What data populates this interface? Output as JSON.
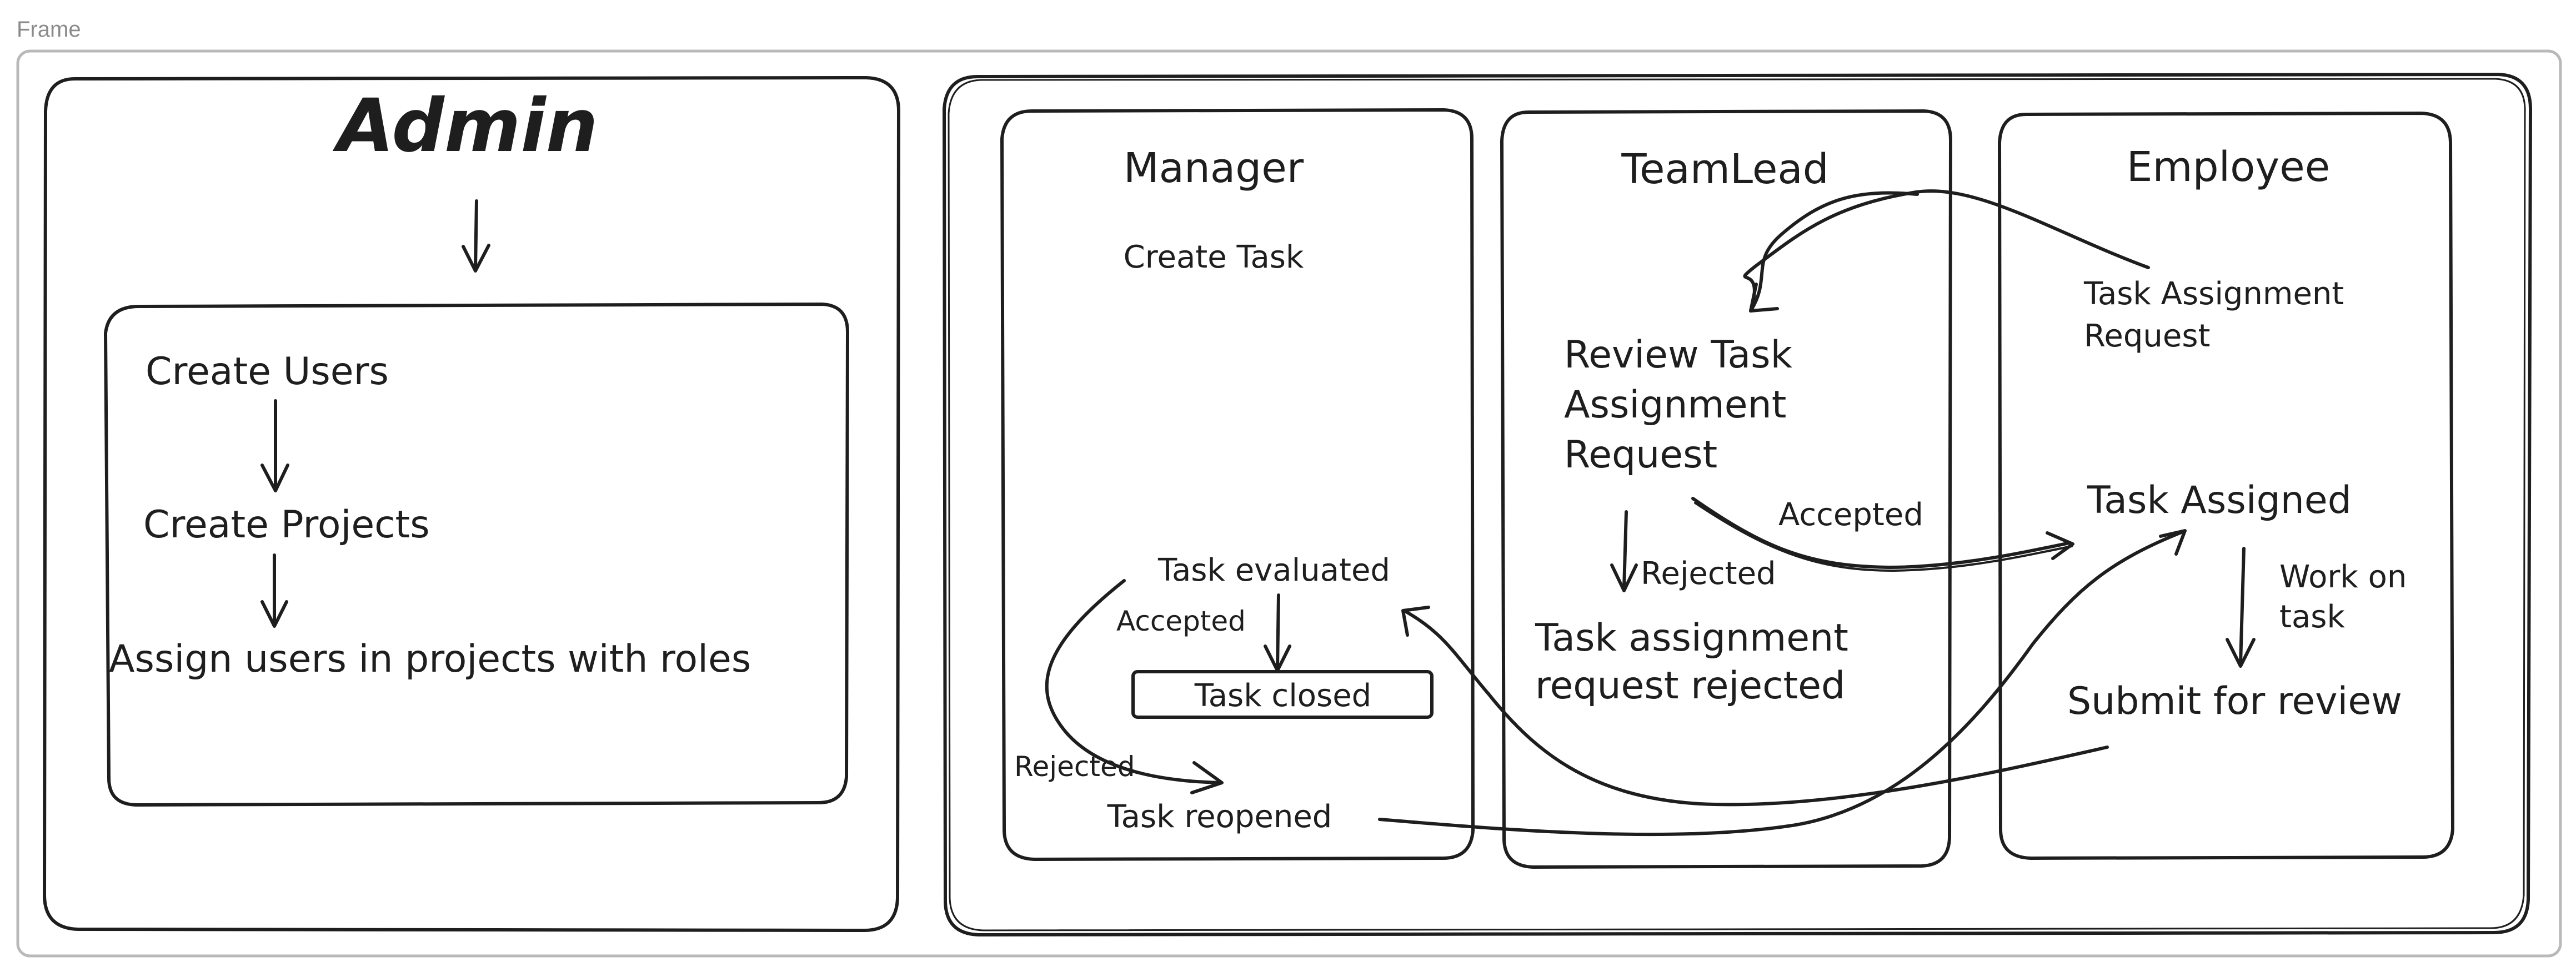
{
  "frame": {
    "label": "Frame"
  },
  "admin": {
    "title": "Admin",
    "steps": [
      "Create Users",
      "Create Projects",
      "Assign users in projects with roles"
    ]
  },
  "manager": {
    "title": "Manager",
    "create_task": "Create Task",
    "task_evaluated": "Task evaluated",
    "accepted_label": "Accepted",
    "task_closed": "Task closed",
    "rejected_label": "Rejected",
    "task_reopened": "Task reopened"
  },
  "teamlead": {
    "title": "TeamLead",
    "review_request": [
      "Review Task",
      "Assignment",
      "Request"
    ],
    "accepted_label": "Accepted",
    "rejected_label": "Rejected",
    "request_rejected": [
      "Task assignment",
      "request rejected"
    ]
  },
  "employee": {
    "title": "Employee",
    "assignment_request": [
      "Task Assignment",
      "Request"
    ],
    "task_assigned": "Task Assigned",
    "work_on_task": [
      "Work on",
      "task"
    ],
    "submit_for_review": "Submit for review"
  }
}
